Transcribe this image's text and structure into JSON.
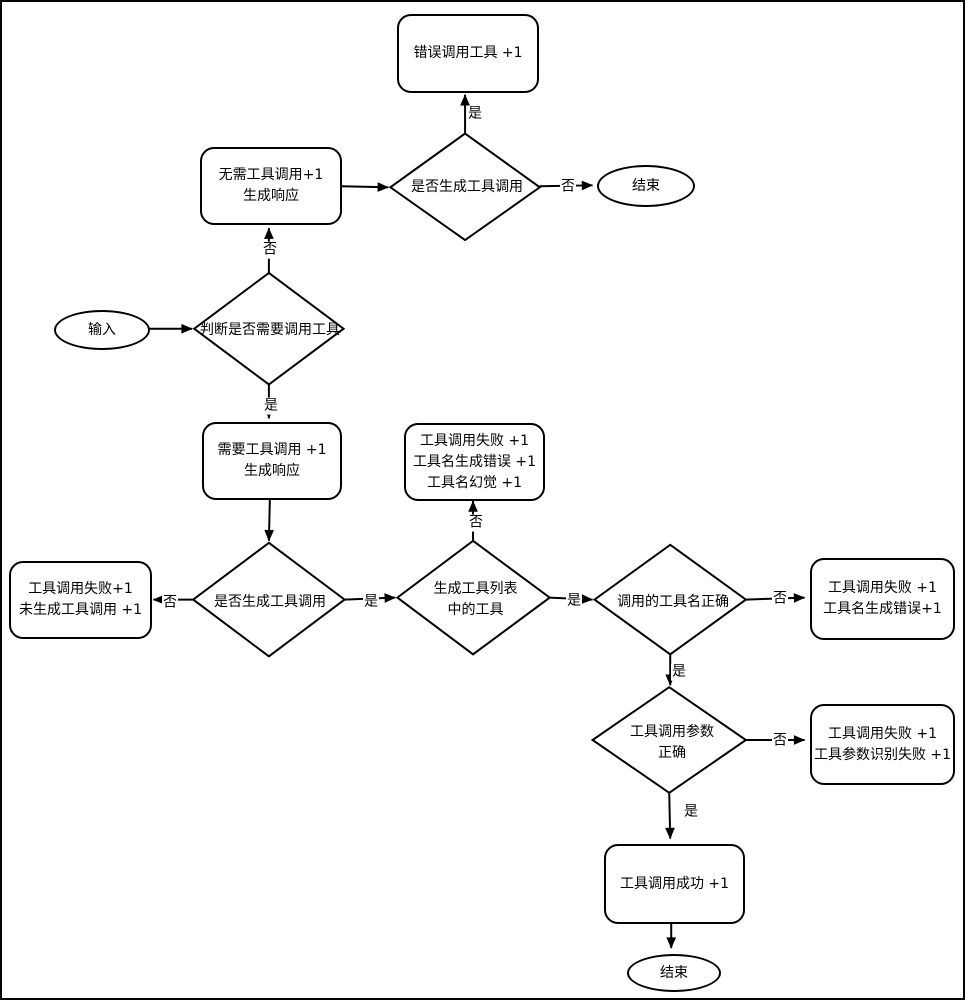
{
  "diagram": {
    "background": "#ffffff",
    "stroke_color": "#000000",
    "node_fill": "#ffffff",
    "text_color": "#000000",
    "nodes": {
      "input": {
        "shape": "ellipse",
        "label": "输入"
      },
      "judge_need_tool": {
        "shape": "diamond",
        "label": "判断是否需要调用工具"
      },
      "no_tool_needed": {
        "shape": "rounded-box",
        "label": "无需工具调用+1\n生成响应"
      },
      "gen_tool_call_top": {
        "shape": "diamond",
        "label": "是否生成工具调用"
      },
      "wrong_tool_call": {
        "shape": "rounded-box",
        "label": "错误调用工具 +1"
      },
      "end_top": {
        "shape": "ellipse",
        "label": "结束"
      },
      "need_tool": {
        "shape": "rounded-box",
        "label": "需要工具调用 +1\n生成响应"
      },
      "gen_tool_call_mid": {
        "shape": "diamond",
        "label": "是否生成工具调用"
      },
      "fail_not_generated": {
        "shape": "rounded-box",
        "label": "工具调用失败+1\n未生成工具调用 +1"
      },
      "tool_in_list": {
        "shape": "diamond",
        "label": "生成工具列表\n中的工具"
      },
      "fail_name_hallucination": {
        "shape": "rounded-box",
        "label": "工具调用失败 +1\n工具名生成错误 +1\n工具名幻觉 +1"
      },
      "tool_name_correct": {
        "shape": "diamond",
        "label": "调用的工具名正确"
      },
      "fail_name_error": {
        "shape": "rounded-box",
        "label": "工具调用失败 +1\n工具名生成错误+1"
      },
      "tool_params_correct": {
        "shape": "diamond",
        "label": "工具调用参数\n正确"
      },
      "fail_param_recognition": {
        "shape": "rounded-box",
        "label": "工具调用失败 +1\n工具参数识别失败 +1"
      },
      "tool_success": {
        "shape": "rounded-box",
        "label": "工具调用成功 +1"
      },
      "end_bottom": {
        "shape": "ellipse",
        "label": "结束"
      }
    },
    "edge_labels": {
      "judge_no": "否",
      "judge_yes": "是",
      "top_yes": "是",
      "top_no": "否",
      "mid_no": "否",
      "mid_yes": "是",
      "list_no": "否",
      "list_yes": "是",
      "name_no": "否",
      "name_yes": "是",
      "param_no": "否",
      "param_yes": "是"
    }
  }
}
